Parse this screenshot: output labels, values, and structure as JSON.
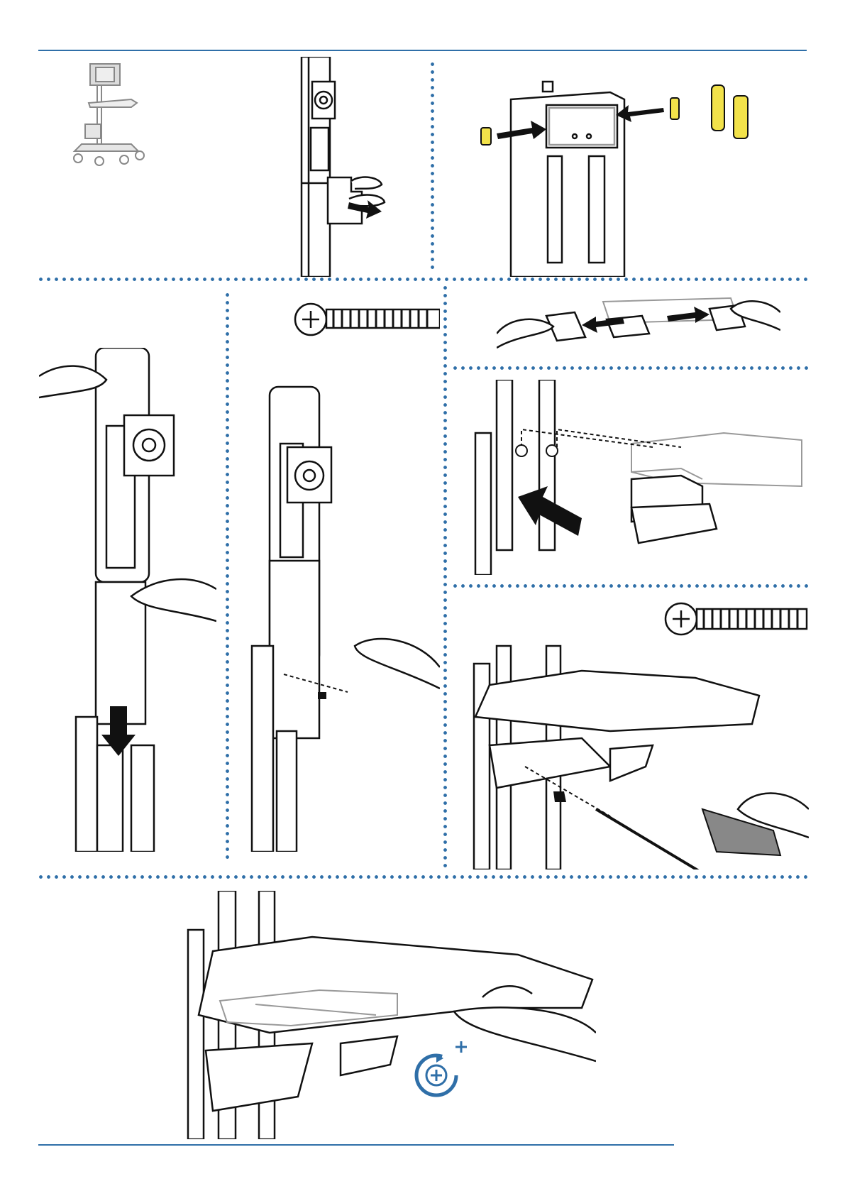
{
  "document": {
    "type": "assembly-instructions",
    "steps": [
      {
        "id": "cart-overview",
        "icon": "cart-icon"
      },
      {
        "id": "remove-column-cover",
        "icon": "arrow-right-icon"
      },
      {
        "id": "insert-caps",
        "icon": "cap-icon"
      },
      {
        "id": "lower-upper-column",
        "icon": "arrow-down-icon"
      },
      {
        "id": "insert-column-screw",
        "icon": "screw-icon"
      },
      {
        "id": "adjust-shelf-bracket",
        "icon": "double-arrow-icon"
      },
      {
        "id": "mount-shelf",
        "icon": "arrow-icon"
      },
      {
        "id": "fasten-shelf-screws",
        "icon": "screwdriver-icon"
      },
      {
        "id": "tighten-shelf",
        "icon": "tighten-clockwise-icon"
      }
    ]
  },
  "colors": {
    "accent": "#2f6fa8",
    "highlight_yellow": "#f2e24a",
    "ink": "#111111",
    "ghost": "#9a9a9a"
  }
}
